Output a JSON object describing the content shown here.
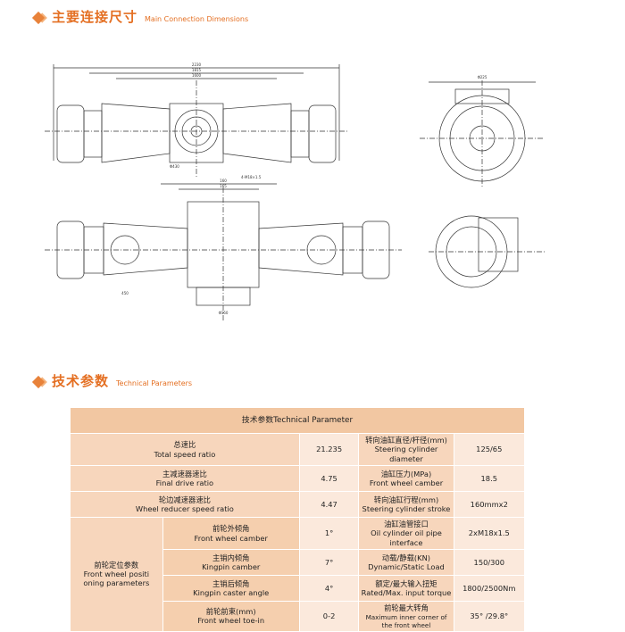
{
  "section1": {
    "title_cn": "主要连接尺寸",
    "title_en": "Main Connection Dimensions"
  },
  "section2": {
    "title_cn": "技术参数",
    "title_en": "Technical Parameters"
  },
  "table": {
    "header": "技术参数Technical Parameter",
    "group": {
      "cn": "前轮定位参数",
      "en1": "Front wheel positi",
      "en2": "oning parameters"
    },
    "rows": [
      {
        "left_cn": "总速比",
        "left_en": "Total speed ratio",
        "left_val": "21.235",
        "right_cn": "转向油缸直径/杆径(mm)",
        "right_en": "Steering cylinder diameter",
        "right_val": "125/65"
      },
      {
        "left_cn": "主减速器速比",
        "left_en": "Final drive ratio",
        "left_val": "4.75",
        "right_cn": "油缸压力(MPa)",
        "right_en": "Front wheel camber",
        "right_val": "18.5"
      },
      {
        "left_cn": "轮边减速器速比",
        "left_en": "Wheel reducer speed ratio",
        "left_val": "4.47",
        "right_cn": "转向油缸行程(mm)",
        "right_en": "Steering cylinder stroke",
        "right_val": "160mmx2"
      },
      {
        "left_cn": "前轮外倾角",
        "left_en": "Front wheel camber",
        "left_val": "1°",
        "right_cn": "油缸油管接口",
        "right_en": "Oil cylinder oil pipe interface",
        "right_val": "2xM18x1.5"
      },
      {
        "left_cn": "主销内倾角",
        "left_en": "Kingpin camber",
        "left_val": "7°",
        "right_cn": "动载/静载(KN)",
        "right_en": "Dynamic/Static Load",
        "right_val": "150/300"
      },
      {
        "left_cn": "主销后倾角",
        "left_en": "Kingpin caster angle",
        "left_val": "4°",
        "right_cn": "额定/最大输入扭矩",
        "right_en": "Rated/Max. input torque",
        "right_val": "1800/2500Nm"
      },
      {
        "left_cn": "前轮前束(mm)",
        "left_en": "Front wheel toe-in",
        "left_val": "0-2",
        "right_cn": "前轮最大转角",
        "right_en": "Maximum inner corner of the front wheel",
        "right_val": "35° /29.8°"
      }
    ]
  },
  "drawing": {
    "dims": [
      "2230",
      "1815",
      "1600",
      "Φ430",
      "4-M18×1.5",
      "Φ225",
      "160",
      "165",
      "450",
      "Φ160"
    ],
    "colors": {
      "line": "#333333",
      "accent": "#e46f22"
    }
  }
}
